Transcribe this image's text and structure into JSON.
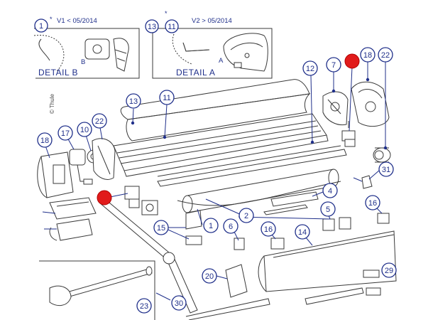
{
  "version_boxes": {
    "v1": {
      "star": "*",
      "label": "V1 < 05/2014",
      "detail": "DETAIL B",
      "marker": "B",
      "callout": "1"
    },
    "v2": {
      "star": "*",
      "label": "V2 > 05/2014",
      "detail": "DETAIL A",
      "marker": "A",
      "callouts": [
        "13",
        "11"
      ]
    }
  },
  "copyright": "© Thule",
  "callouts": {
    "c7": "7",
    "c18r": "18",
    "c22r": "22",
    "c12": "12",
    "c13": "13",
    "c11": "11",
    "c18l": "18",
    "c17": "17",
    "c10": "10",
    "c22l": "22",
    "c31": "31",
    "c4": "4",
    "c16r": "16",
    "c5": "5",
    "c1": "1",
    "c2": "2",
    "c15": "15",
    "c6": "6",
    "c16m": "16",
    "c14": "14",
    "c20": "20",
    "c30": "30",
    "c29": "29",
    "c23": "23"
  },
  "colors": {
    "callout_line": "#1f2f8a",
    "highlight": "#e11b1b"
  }
}
